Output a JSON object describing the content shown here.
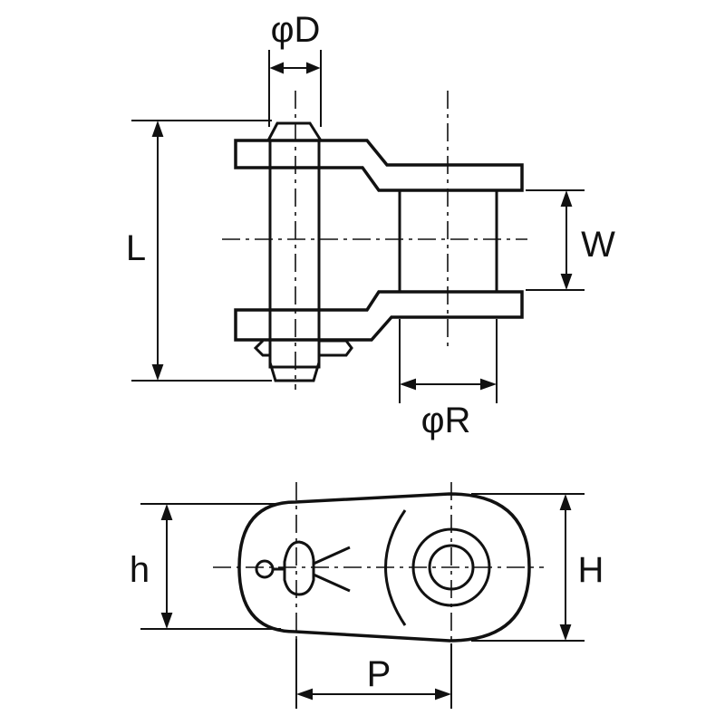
{
  "labels": {
    "phi_d": "φD",
    "l": "L",
    "w": "W",
    "phi_r": "φR",
    "h_small": "h",
    "h_large": "H",
    "p": "P"
  },
  "colors": {
    "line": "#111111",
    "background": "#ffffff"
  }
}
